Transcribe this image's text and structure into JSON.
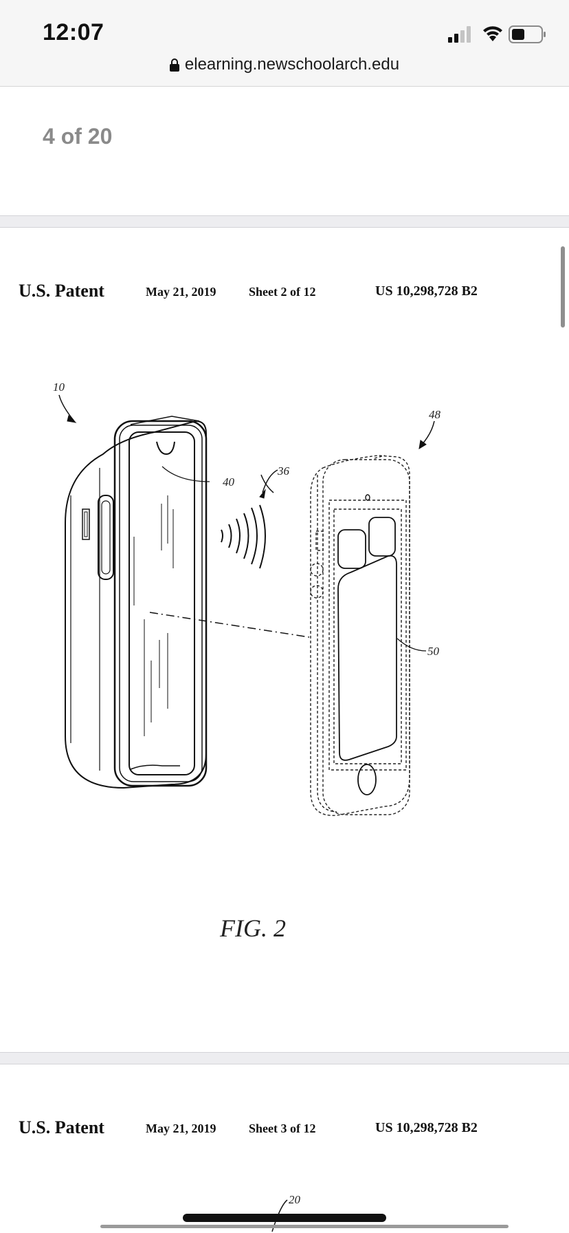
{
  "status_bar": {
    "time": "12:07",
    "url": "elearning.newschoolarch.edu"
  },
  "viewer": {
    "page_counter": "4 of 20"
  },
  "pages": [
    {
      "header": {
        "title": "U.S. Patent",
        "date": "May 21, 2019",
        "sheet": "Sheet 2 of 12",
        "number": "US 10,298,728 B2"
      },
      "figure": {
        "caption": "FIG. 2",
        "labels": {
          "case": "10",
          "phone": "48",
          "wireless": "36",
          "case_inner": "40",
          "screen": "50"
        }
      }
    },
    {
      "header": {
        "title": "U.S. Patent",
        "date": "May 21, 2019",
        "sheet": "Sheet 3 of 12",
        "number": "US 10,298,728 B2"
      },
      "figure": {
        "labels": {
          "next": "20"
        }
      }
    }
  ]
}
